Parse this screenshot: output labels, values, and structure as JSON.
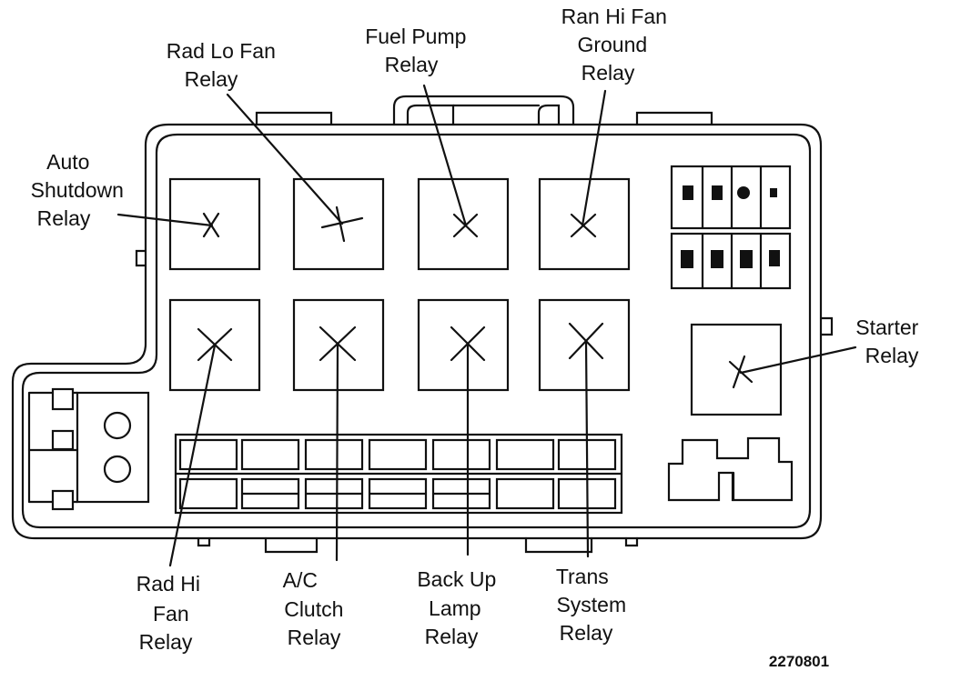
{
  "labels": {
    "auto_shutdown": [
      "Auto",
      "Shutdown",
      "Relay"
    ],
    "rad_lo_fan": [
      "Rad Lo Fan",
      "Relay"
    ],
    "fuel_pump": [
      "Fuel Pump",
      "Relay"
    ],
    "ran_hi_fan_ground": [
      "Ran Hi Fan",
      "Ground",
      "Relay"
    ],
    "starter": [
      "Starter",
      "Relay"
    ],
    "rad_hi_fan": [
      "Rad Hi",
      "Fan",
      "Relay"
    ],
    "ac_clutch": [
      "A/C",
      "Clutch",
      "Relay"
    ],
    "back_up_lamp": [
      "Back Up",
      "Lamp",
      "Relay"
    ],
    "trans_system": [
      "Trans",
      "System",
      "Relay"
    ]
  },
  "figure_code": "2270801",
  "colors": {
    "ink": "#111111",
    "paper": "#ffffff"
  }
}
